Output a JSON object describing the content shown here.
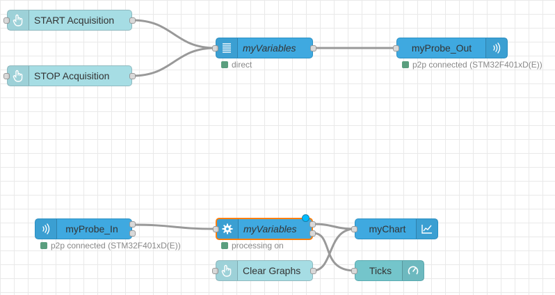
{
  "colors": {
    "grid": "#e9e9e9",
    "inject_node": "#a6dde4",
    "blue_node": "#3fa9e0",
    "teal_node": "#74c5cb",
    "selected_border": "#ff7f0e",
    "status_green": "#5a9e7e",
    "wire": "#999999",
    "changed_marker": "#00bcff"
  },
  "nodes": {
    "start": {
      "label": "START Acquisition",
      "icon": "hand-pointer-icon"
    },
    "stop": {
      "label": "STOP Acquisition",
      "icon": "hand-pointer-icon"
    },
    "variables_top": {
      "label": "myVariables",
      "icon": "list-icon",
      "status": "direct"
    },
    "probe_out": {
      "label": "myProbe_Out",
      "icon": "wireless-icon",
      "status": "p2p connected (STM32F401xD(E))"
    },
    "probe_in": {
      "label": "myProbe_In",
      "icon": "wireless-icon",
      "status": "p2p connected (STM32F401xD(E))"
    },
    "variables_bottom": {
      "label": "myVariables",
      "icon": "gear-icon",
      "status": "processing on"
    },
    "clear": {
      "label": "Clear Graphs",
      "icon": "hand-pointer-icon"
    },
    "chart": {
      "label": "myChart",
      "icon": "line-chart-icon"
    },
    "ticks": {
      "label": "Ticks",
      "icon": "gauge-icon"
    }
  }
}
